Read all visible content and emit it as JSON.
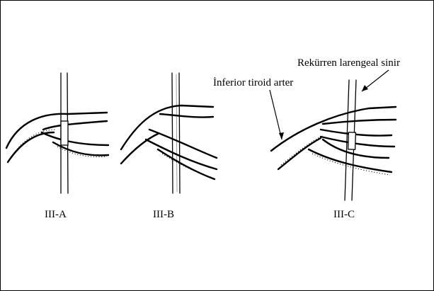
{
  "labels": {
    "nerve": "Rekürren larengeal sinir",
    "artery": "İnferior tiroid arter"
  },
  "panels": [
    {
      "caption": "III-A"
    },
    {
      "caption": "III-B"
    },
    {
      "caption": "III-C"
    }
  ]
}
